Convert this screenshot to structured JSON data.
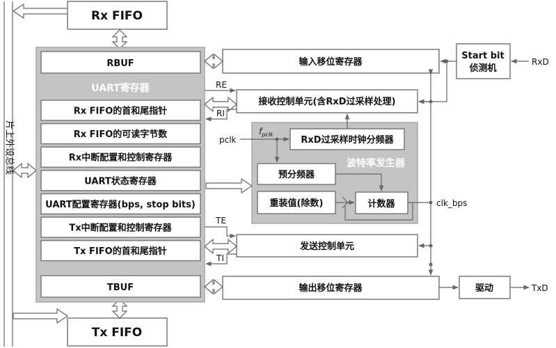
{
  "bus_label": "片上外设总线",
  "fifos": {
    "rx": "Rx FIFO",
    "tx": "Tx FIFO"
  },
  "uart_panel": {
    "title": "UART寄存器",
    "rbuf": "RBUF",
    "tbuf": "TBUF",
    "registers": [
      "Rx FIFO的首和尾指针",
      "Rx FIFO的可读字节数",
      "Rx中断配置和控制寄存器",
      "UART状态寄存器",
      "UART配置寄存器(bps, stop bits)",
      "Tx中断配置和控制寄存器",
      "Tx FIFO的首和尾指针"
    ]
  },
  "blocks": {
    "input_shift": "输入移位寄存器",
    "start_bit_line1": "Start bit",
    "start_bit_line2": "侦测机",
    "rx_control": "接收控制单元(含RxD过采样处理)",
    "oversample_div": "RxD过采样时钟分频器",
    "baud_gen": "波特率发生器",
    "prescaler": "预分频器",
    "reload": "重装值(除数)",
    "counter": "计数器",
    "tx_control": "发送控制单元",
    "output_shift": "输出移位寄存器",
    "driver": "驱动"
  },
  "signals": {
    "re": "RE",
    "ri": "RI",
    "te": "TE",
    "ti": "TI",
    "pclk": "pclk",
    "fpclk_main": "f",
    "fpclk_sub": "pclk",
    "clk_bps": "clk_bps",
    "rxd": "RxD",
    "txd": "TxD"
  }
}
